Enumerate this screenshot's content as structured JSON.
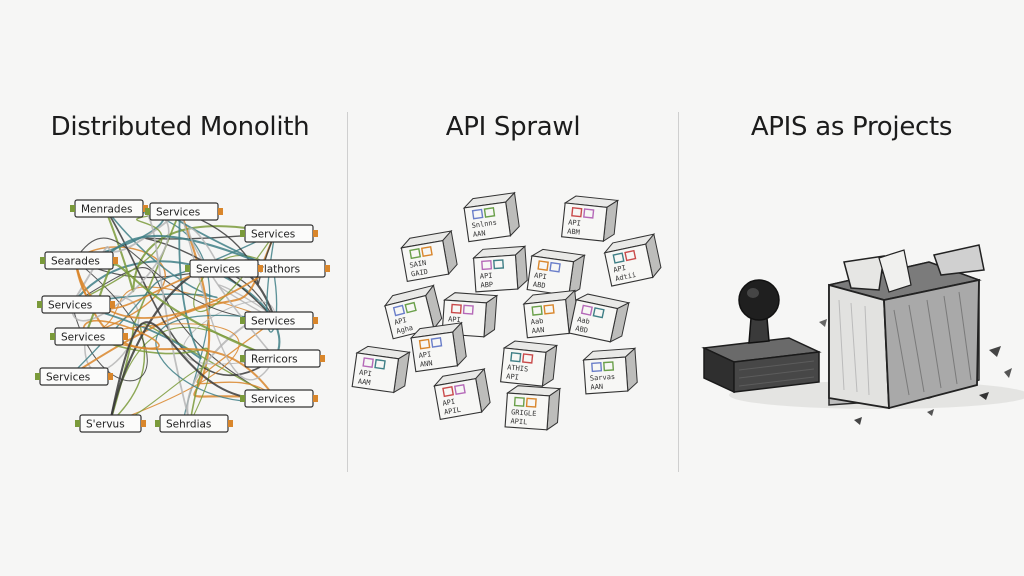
{
  "panels": [
    {
      "title": "Distributed Monolith"
    },
    {
      "title": "API Sprawl"
    },
    {
      "title": "APIS as Projects"
    }
  ],
  "monolith_labels": [
    "Menrades",
    "Services",
    "Services",
    "Searades",
    "Afrlathors",
    "Services",
    "Services",
    "Services",
    "Rerricors",
    "Services",
    "Services",
    "Services",
    "S'ervus",
    "Sehrdias"
  ],
  "sprawl_blocks": [
    {
      "top": "Snlnns",
      "bottom": "AAN"
    },
    {
      "top": "API",
      "bottom": "ABM"
    },
    {
      "top": "SAIN",
      "bottom": "GAID"
    },
    {
      "top": "API",
      "bottom": "ABP"
    },
    {
      "top": "API",
      "bottom": "ABD"
    },
    {
      "top": "API",
      "bottom": "Adtii"
    },
    {
      "top": "API",
      "bottom": "Agha"
    },
    {
      "top": "API",
      "bottom": "API"
    },
    {
      "top": "Aab",
      "bottom": "AAN"
    },
    {
      "top": "Aab",
      "bottom": "ABD"
    },
    {
      "top": "API",
      "bottom": "ANN"
    },
    {
      "top": "ATHIS",
      "bottom": "API"
    },
    {
      "top": "Sarvas",
      "bottom": "AAN"
    },
    {
      "top": "API",
      "bottom": "APIL"
    },
    {
      "top": "GRIGLE",
      "bottom": "APIL"
    },
    {
      "top": "API",
      "bottom": "AAM"
    }
  ],
  "colors": {
    "ink": "#2a2a2a",
    "wire_orange": "#d9862b",
    "wire_green": "#7a9a3a",
    "wire_dark": "#3b3b3b",
    "wire_teal": "#3f7f86"
  }
}
